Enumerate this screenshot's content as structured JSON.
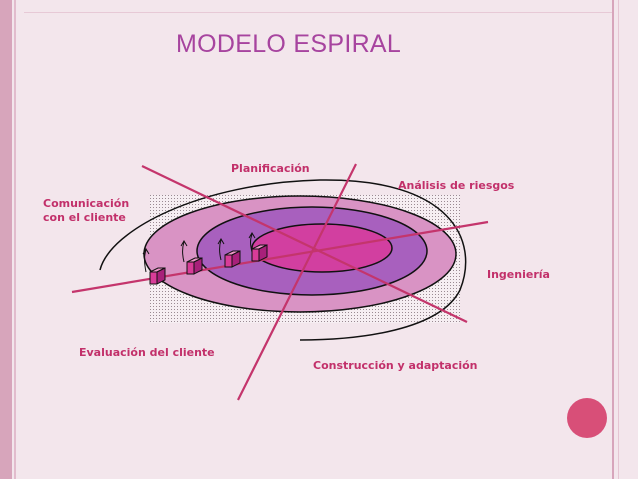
{
  "title": "MODELO ESPIRAL",
  "labels": {
    "planificacion": "Planificación",
    "analisis": "Análisis de riesgos",
    "comunicacion_1": "Comunicación",
    "comunicacion_2": "con el cliente",
    "ingenieria": "Ingeniería",
    "evaluacion": "Evaluación del cliente",
    "construccion": "Construcción y adaptación"
  },
  "colors": {
    "title": "#a7449f",
    "labels": "#c2306a",
    "axes": "#c4356c",
    "outer_ring": "#d993c4",
    "middle_ring": "#a860be",
    "inner_ring": "#d23fa0",
    "accent_circle": "#d84f78"
  }
}
